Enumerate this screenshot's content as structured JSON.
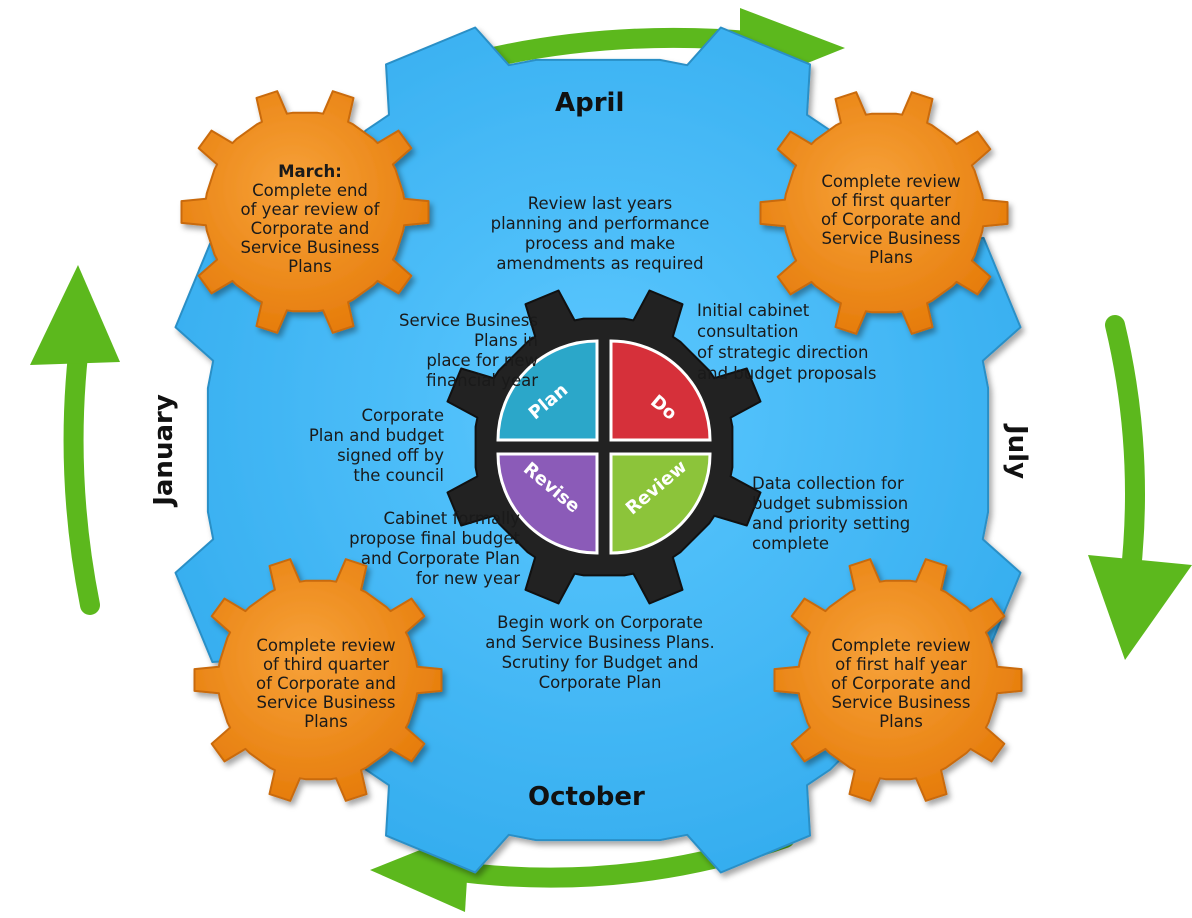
{
  "months": {
    "top": "April",
    "right": "July",
    "bottom": "October",
    "left": "January"
  },
  "corner_gears": {
    "top_left_heading": "March:",
    "top_left": "Complete end\nof year review of\nCorporate and\nService Business\nPlans",
    "top_right": "Complete review\nof first quarter\nof Corporate and\nService Business\nPlans",
    "bottom_right": "Complete review\nof first half year\nof Corporate and\nService Business\nPlans",
    "bottom_left": "Complete review\nof third quarter\nof Corporate and\nService Business\nPlans"
  },
  "labels": {
    "review_last_year": "Review last years\nplanning and performance\nprocess and make\namendments as required",
    "initial_cabinet": "Initial cabinet\nconsultation\nof strategic direction\nand budget proposals",
    "data_collection": "Data collection for\nbudget submission\nand priority setting\ncomplete",
    "begin_work": "Begin work on Corporate\nand Service Business Plans.\nScrutiny for Budget and\nCorporate Plan",
    "cabinet_formally": "Cabinet formally\npropose final budget\nand Corporate Plan\nfor new year",
    "corporate_plan_signed": "Corporate\nPlan and budget\nsigned off by\nthe council",
    "service_plans_in_place": "Service Business\nPlans in\nplace for new\nfinancial year"
  },
  "center_cycle": {
    "plan": "Plan",
    "do": "Do",
    "review": "Review",
    "revise": "Revise"
  },
  "colors": {
    "main_gear": "#3cb4f2",
    "main_gear_edge": "#2a8fc6",
    "corner_gear": "#f08512",
    "corner_gear_edge": "#c96a08",
    "center_gear": "#222222",
    "arrows": "#5cb81d",
    "plan": "#2ba7c9",
    "do": "#d6303a",
    "review": "#8cc43a",
    "revise": "#8b5bb8"
  }
}
